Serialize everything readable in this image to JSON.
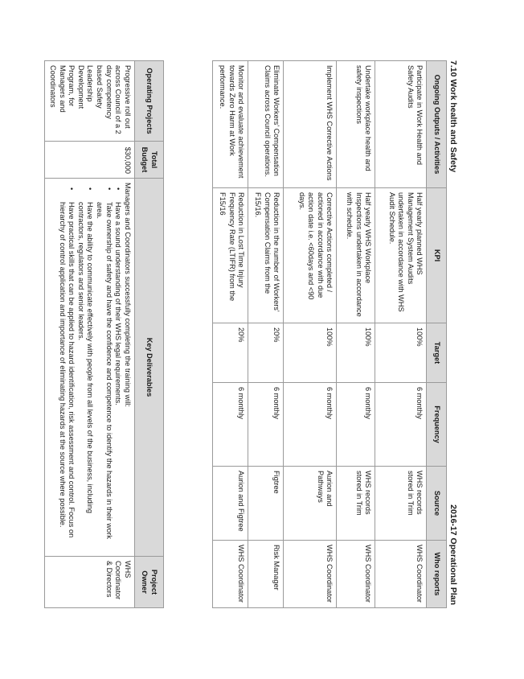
{
  "header": {
    "section_title": "7.10 Work health and Safety",
    "plan_title": "2016-17 Operational Plan"
  },
  "kpi_table": {
    "columns": [
      "Ongoing Outputs / Activities",
      "KPI",
      "Target",
      "Frequency",
      "Source",
      "Who reports"
    ],
    "rows": [
      {
        "activity": "Participate in Work Health and Safety Audits",
        "kpi": "Half yearly planned WHS Management System Audits undertaken in accordance with WHS Audit Schedule.",
        "target": "100%",
        "frequency": "6 monthly",
        "source": "WHS records stored in Trim",
        "who": "WHS Coordinator"
      },
      {
        "activity": "Undertake workplace health and safety inspections",
        "kpi": "Half yearly WHS Workplace Inspections undertaken in accordance with schedule.",
        "target": "100%",
        "frequency": "6 monthly",
        "source": "WHS records stored in Trim",
        "who": "WHS Coordinator"
      },
      {
        "activity": "Implement WHS Corrective Actions",
        "kpi": "Corrective Actions completed / actioned in accordance with due action date i.e. <60days and <90 days.",
        "target": "100%",
        "frequency": "6 monthly",
        "source": "Aurion and Pathways",
        "who": "WHS Coordinator"
      },
      {
        "activity": "Eliminate Workers' Compensation Claims across Council operations.",
        "kpi": "Reduction in the number of Workers' Compensation Claims from the F15/16.",
        "target": "20%",
        "frequency": "6 monthly",
        "source": "Figtree",
        "who": "Risk Manager"
      },
      {
        "activity": "Monitor and evaluate achievement towards Zero Harm at Work performance.",
        "kpi": "Reduction in Lost Time Injury Frequency Rate (LTIFR) from the F15/16",
        "target": "20%",
        "frequency": "6 monthly",
        "source": "Aurion and Figtree",
        "who": "WHS Coordinator"
      }
    ]
  },
  "project_table": {
    "columns": [
      "Operating Projects",
      "Total Budget",
      "Key Deliverables",
      "Project Owner"
    ],
    "row": {
      "project": "Progressive roll out across Council of a 2 day competency based Safety Leadership Development Program, for Managers and Coordinators",
      "budget": "$30,000",
      "intro": "Managers and Coordinators successfully completing the training will:",
      "deliverables": [
        "Have a sound understanding of their WHS legal requirements.",
        "Take ownership of safety and have the confidence and competence to identify the hazards in their work area.",
        "Have the ability to communicate effectively with people from all levels of the business, including contractors, regulators and senior leaders.",
        "Have practical skills that can be applied to hazard identification, risk assessment and control. Focus on hierarchy of control application and importance of eliminating hazards at the source where possible."
      ],
      "owner": "WHS Coordinator & Directors"
    }
  }
}
